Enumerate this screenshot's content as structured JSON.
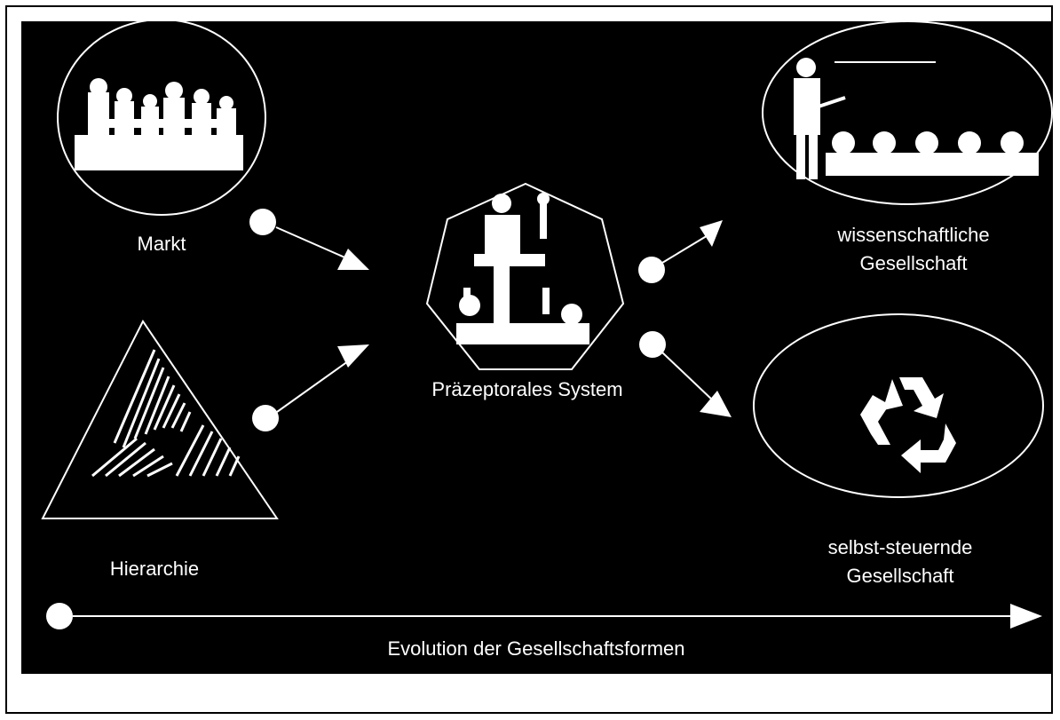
{
  "nodes": {
    "markt": {
      "label": "Markt",
      "icon": "meeting-group-icon"
    },
    "hierarchie": {
      "label": "Hierarchie",
      "icon": "hierarchy-pyramid-icon"
    },
    "praezeptoral": {
      "label": "Präzeptorales System",
      "icon": "speaker-at-podium-icon"
    },
    "wissenschaftlich": {
      "line1": "wissenschaftliche",
      "line2": "Gesellschaft",
      "icon": "lecturer-audience-icon"
    },
    "selbststeuernd": {
      "line1": "selbst-steuernde",
      "line2": "Gesellschaft",
      "icon": "recycle-icon"
    }
  },
  "timeline": {
    "label": "Evolution der Gesellschaftsformen"
  },
  "colors": {
    "background": "#000000",
    "foreground": "#ffffff",
    "page": "#ffffff"
  }
}
